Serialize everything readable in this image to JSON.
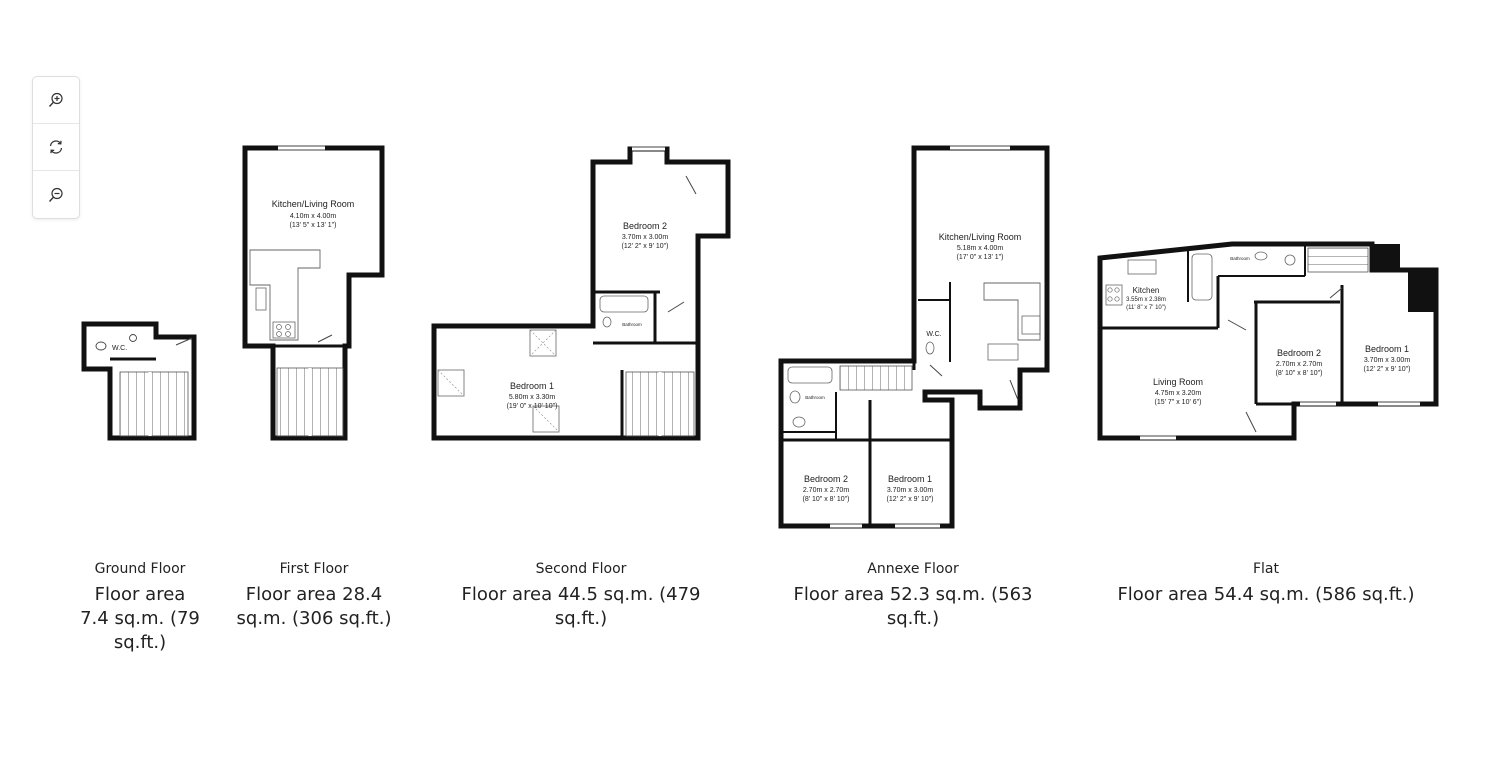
{
  "toolbar": {
    "zoom_in_icon": "zoom-in-icon",
    "reset_icon": "refresh-icon",
    "zoom_out_icon": "zoom-out-icon"
  },
  "room_labels": {
    "wc": "W.C.",
    "kitchen_living": "Kitchen/Living Room",
    "kitchen_living_first_dim_m": "4.10m x 4.00m",
    "kitchen_living_first_dim_ft": "(13' 5\" x 13' 1\")",
    "bedroom_1": "Bedroom 1",
    "bedroom_2": "Bedroom 2",
    "bathroom": "Bathroom",
    "kitchen": "Kitchen",
    "living_room": "Living Room",
    "second_bedroom_2_dim_m": "3.70m x 3.00m",
    "second_bedroom_2_dim_ft": "(12' 2\" x 9' 10\")",
    "second_bedroom_1_dim_m": "5.80m x 3.30m",
    "second_bedroom_1_dim_ft": "(19' 0\" x 10' 10\")",
    "annexe_kitchen_dim_m": "5.18m x 4.00m",
    "annexe_kitchen_dim_ft": "(17' 0\" x 13' 1\")",
    "annexe_bedroom_2_dim_m": "2.70m x 2.70m",
    "annexe_bedroom_2_dim_ft": "(8' 10\" x 8' 10\")",
    "annexe_bedroom_1_dim_m": "3.70m x 3.00m",
    "annexe_bedroom_1_dim_ft": "(12' 2\" x 9' 10\")",
    "flat_kitchen_dim_m": "3.55m x 2.38m",
    "flat_kitchen_dim_ft": "(11' 8\" x 7' 10\")",
    "flat_living_dim_m": "4.75m x 3.20m",
    "flat_living_dim_ft": "(15' 7\" x 10' 6\")",
    "flat_bedroom_2_dim_m": "2.70m x 2.70m",
    "flat_bedroom_2_dim_ft": "(8' 10\" x 8' 10\")",
    "flat_bedroom_1_dim_m": "3.70m x 3.00m",
    "flat_bedroom_1_dim_ft": "(12' 2\" x 9' 10\")"
  },
  "floors": {
    "ground": {
      "name": "Ground Floor",
      "area": "Floor area 7.4 sq.m. (79 sq.ft.)"
    },
    "first": {
      "name": "First Floor",
      "area": "Floor area 28.4 sq.m. (306 sq.ft.)"
    },
    "second": {
      "name": "Second Floor",
      "area": "Floor area 44.5 sq.m. (479 sq.ft.)"
    },
    "annexe": {
      "name": "Annexe Floor",
      "area": "Floor area 52.3 sq.m. (563 sq.ft.)"
    },
    "flat": {
      "name": "Flat",
      "area": "Floor area 54.4 sq.m. (586 sq.ft.)"
    }
  }
}
